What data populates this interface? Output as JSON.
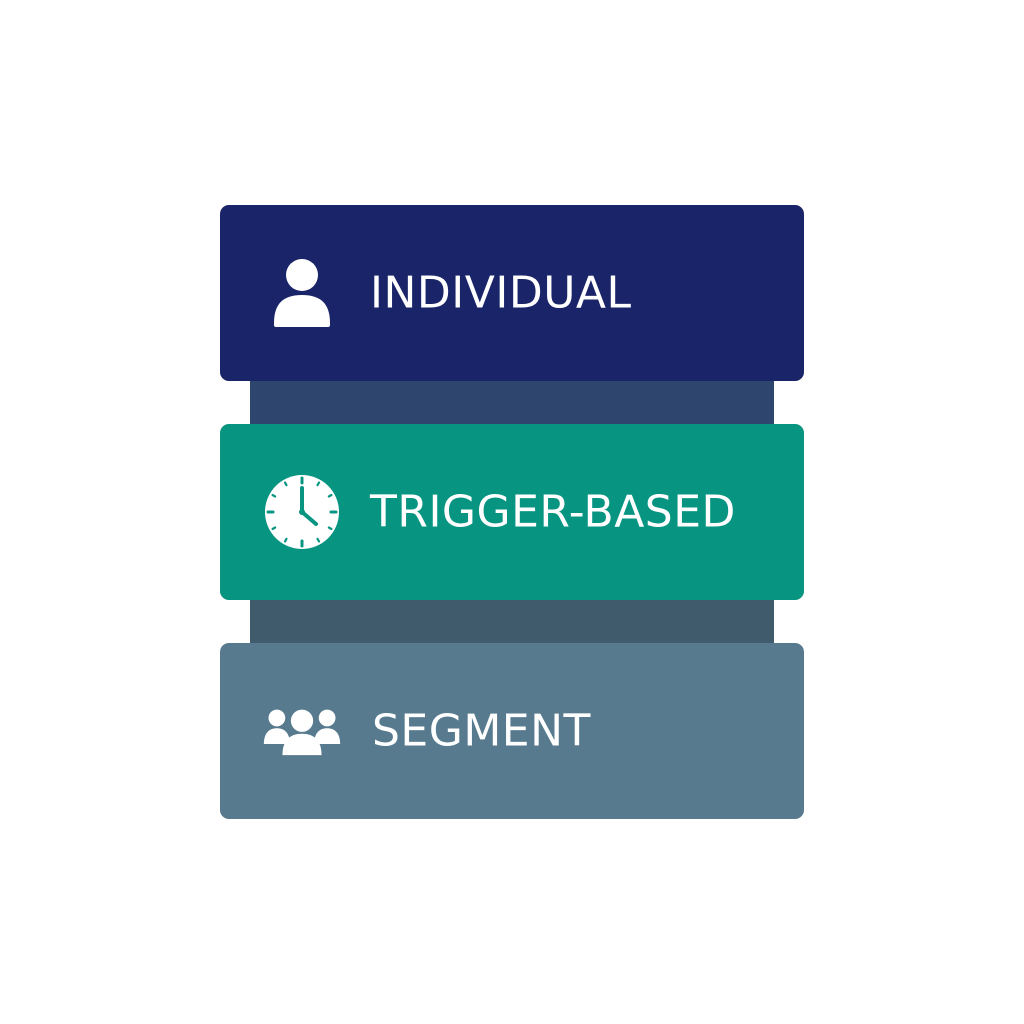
{
  "layers": [
    {
      "label": "INDIVIDUAL",
      "icon": "person-icon",
      "color": "#1a2468"
    },
    {
      "label": "TRIGGER-BASED",
      "icon": "clock-icon",
      "color": "#079582"
    },
    {
      "label": "SEGMENT",
      "icon": "group-icon",
      "color": "#587a8e"
    }
  ],
  "connectors": [
    {
      "color": "#2e466e"
    },
    {
      "color": "#405b6c"
    }
  ],
  "icon_color": "#ffffff"
}
